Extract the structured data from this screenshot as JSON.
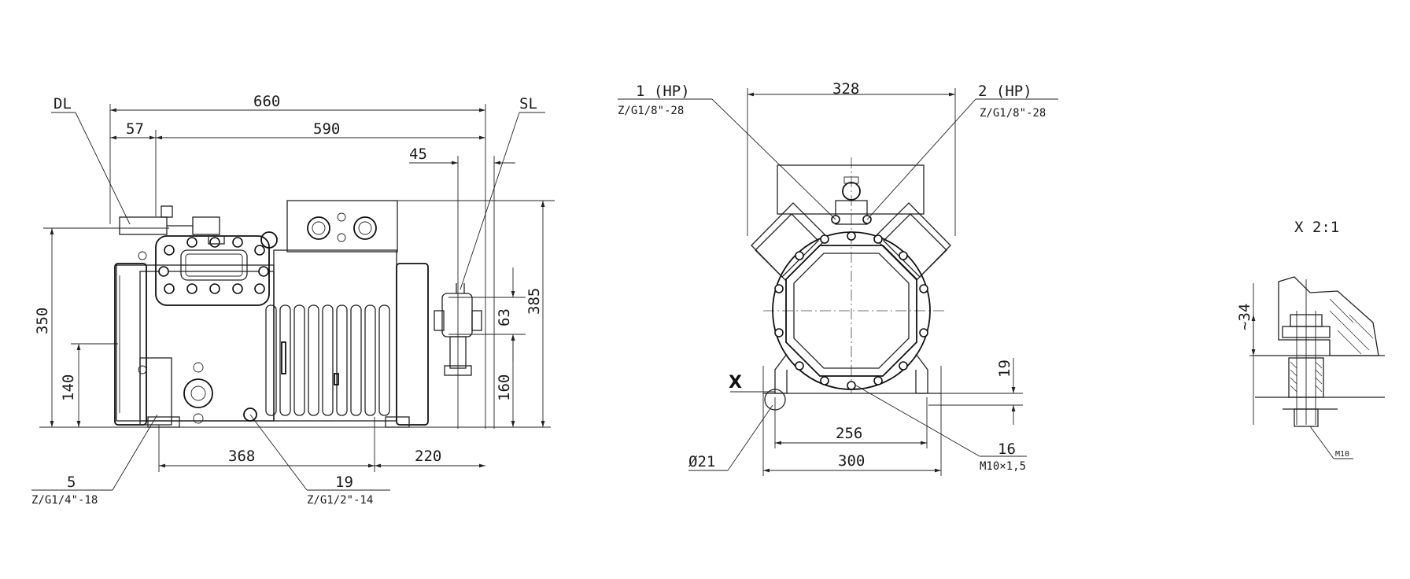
{
  "side_view": {
    "dl_label": "DL",
    "sl_label": "SL",
    "dim_660": "660",
    "dim_590": "590",
    "dim_57": "57",
    "dim_45": "45",
    "dim_350": "350",
    "dim_140": "140",
    "dim_385": "385",
    "dim_63": "63",
    "dim_160": "160",
    "dim_368": "368",
    "dim_220": "220",
    "conn_5": "5",
    "conn_5_thread": "Z/G1/4\"-18",
    "conn_19": "19",
    "conn_19_thread": "Z/G1/2\"-14"
  },
  "front_view": {
    "hp1_label": "1 (HP)",
    "hp1_thread": "Z/G1/8\"-28",
    "hp2_label": "2 (HP)",
    "hp2_thread": "Z/G1/8\"-28",
    "dim_328": "328",
    "dim_256": "256",
    "dim_300": "300",
    "dim_19": "19",
    "dim_16": "16",
    "bolt_thread": "M10×1,5",
    "hole_dia": "Ø21",
    "detail_marker": "X"
  },
  "detail_view": {
    "title": "X 2:1",
    "dim_34": "~34",
    "bolt": "M10"
  }
}
